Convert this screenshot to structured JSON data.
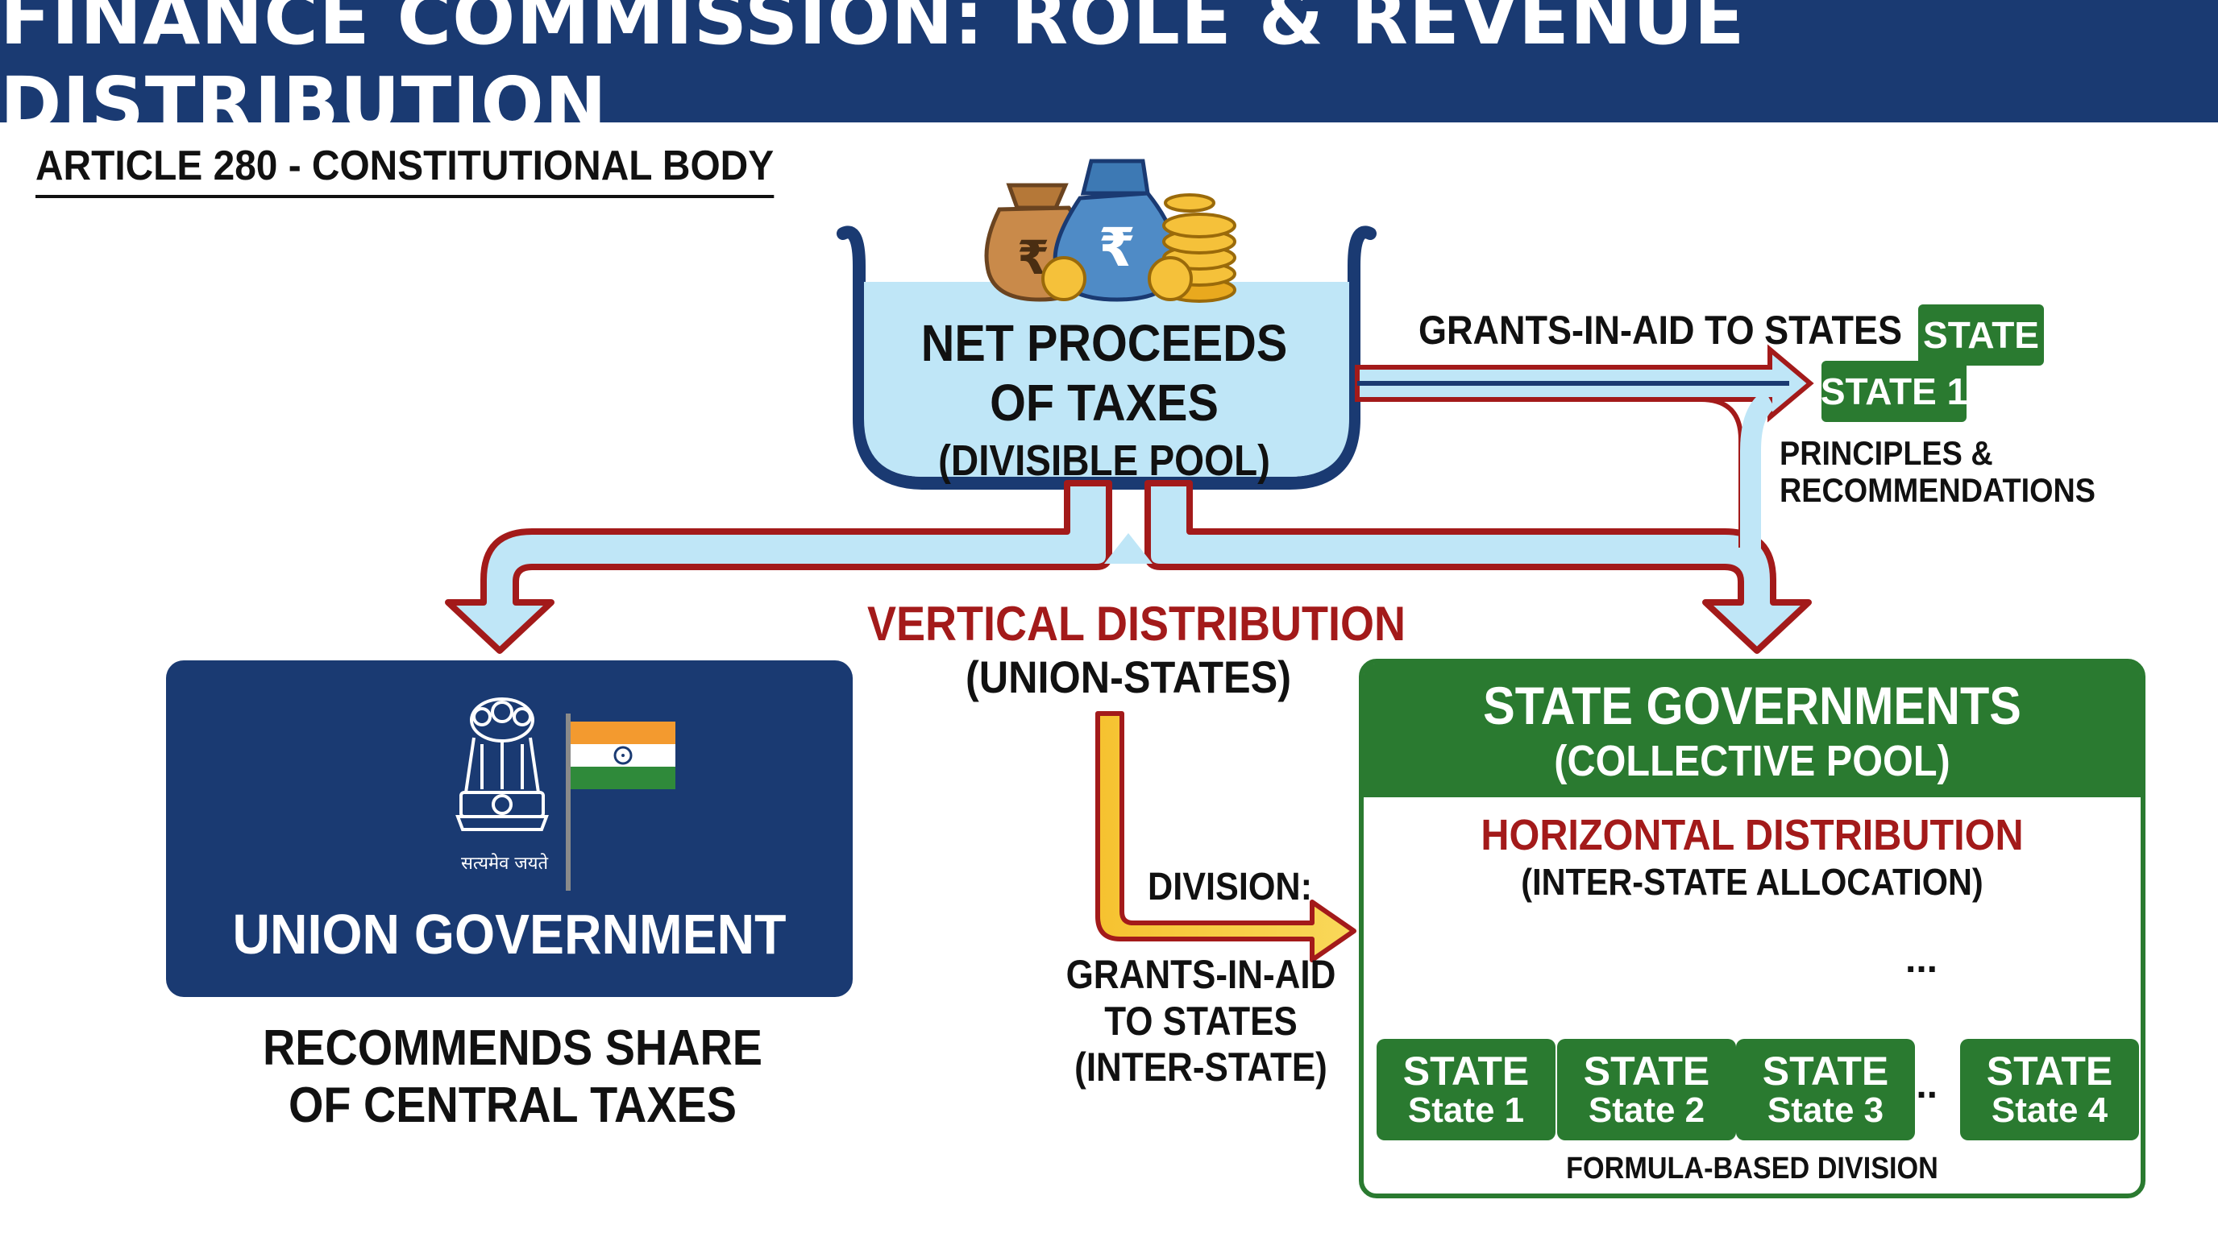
{
  "title": "FINANCE COMMISSION: ROLE & REVENUE DISTRIBUTION",
  "article": "ARTICLE 280 - CONSTITUTIONAL BODY",
  "pool": {
    "line1": "NET PROCEEDS",
    "line2": "OF TAXES",
    "line3": "(DIVISIBLE POOL)"
  },
  "union": {
    "label": "UNION GOVERNMENT",
    "motto": "सत्यमेव जयते",
    "caption_line1": "RECOMMENDS SHARE",
    "caption_line2": "OF CENTRAL TAXES"
  },
  "vertical": {
    "line1": "VERTICAL DISTRIBUTION",
    "line2": "(UNION-STATES)"
  },
  "division": {
    "label": "DIVISION:",
    "line1": "GRANTS-IN-AID",
    "line2": "TO STATES",
    "line3": "(INTER-STATE)"
  },
  "grants_top": {
    "label": "GRANTS-IN-AID TO STATES",
    "chip_a": "STATE",
    "chip_b": "STATE 1",
    "principles_line1": "PRINCIPLES &",
    "principles_line2": "RECOMMENDATIONS"
  },
  "state_gov": {
    "title": "STATE GOVERNMENTS",
    "subtitle": "(COLLECTIVE POOL)",
    "horizontal": "HORIZONTAL DISTRIBUTION",
    "horizontal_sub": "(INTER-STATE ALLOCATION)",
    "ellipsis_top": "...",
    "ellipsis_mid": "...",
    "footer": "FORMULA-BASED DIVISION",
    "states": [
      {
        "top": "STATE",
        "name": "State 1"
      },
      {
        "top": "STATE",
        "name": "State 2"
      },
      {
        "top": "STATE",
        "name": "State 3"
      },
      {
        "top": "STATE",
        "name": "State 4"
      }
    ]
  },
  "colors": {
    "navy": "#1a3a72",
    "green": "#2a7a30",
    "red": "#a31a1a",
    "light_blue": "#bfe6f7",
    "arrow_green": "#8fc47a",
    "arrow_yellow": "#f6c230"
  },
  "icons": [
    "money-bag-icon",
    "rupee-icon",
    "coin-stack-icon",
    "state-emblem-icon",
    "india-flag-icon"
  ]
}
